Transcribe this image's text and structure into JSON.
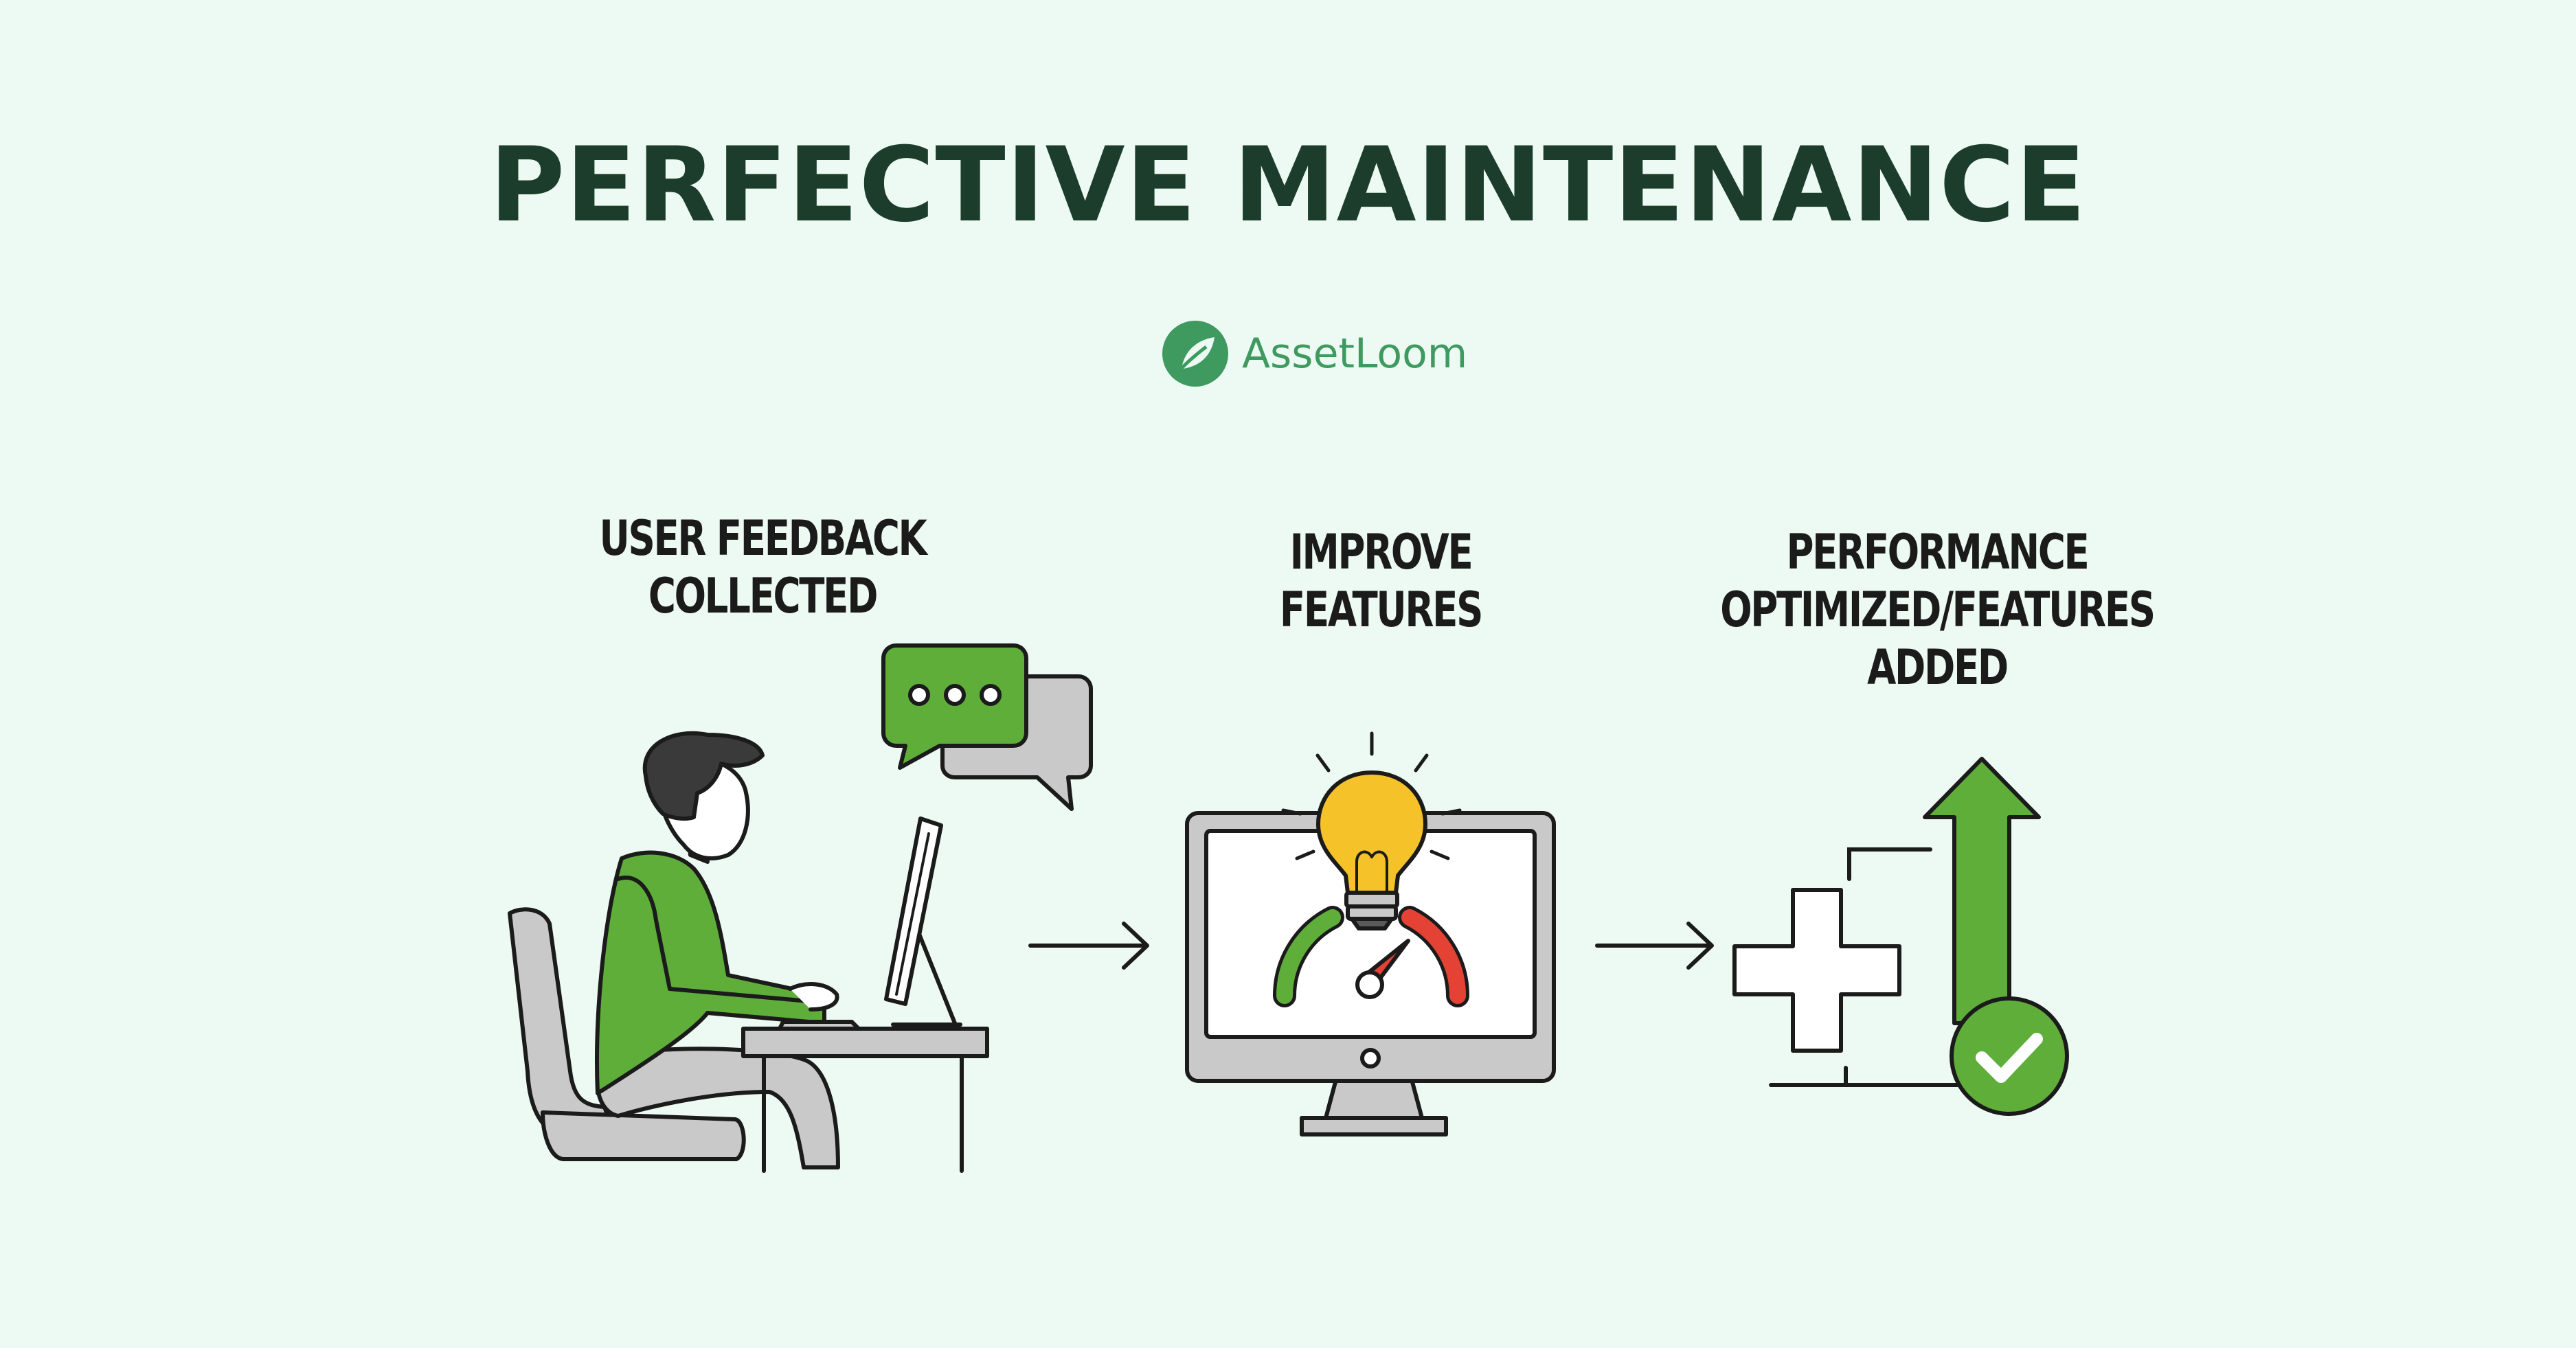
{
  "title": "PERFECTIVE MAINTENANCE",
  "brand": {
    "name": "AssetLoom"
  },
  "steps": [
    {
      "line1": "USER FEEDBACK",
      "line2": "COLLECTED",
      "line3": ""
    },
    {
      "line1": "IMPROVE",
      "line2": "FEATURES",
      "line3": ""
    },
    {
      "line1": "PERFORMANCE",
      "line2": "OPTIMIZED/FEATURES",
      "line3": "ADDED"
    }
  ],
  "colors": {
    "background": "#ecfaf3",
    "title": "#1d3d2c",
    "brand": "#3e9a5f",
    "accent_green": "#5fae3a",
    "gray": "#c8c8c8",
    "bulb_yellow": "#f6c22a",
    "gauge_red": "#e34234"
  },
  "icons": [
    "person-at-desk-icon",
    "chat-bubbles-icon",
    "monitor-lightbulb-gauge-icon",
    "plus-icon",
    "up-arrow-icon",
    "checkmark-badge-icon",
    "arrow-right-icon"
  ]
}
